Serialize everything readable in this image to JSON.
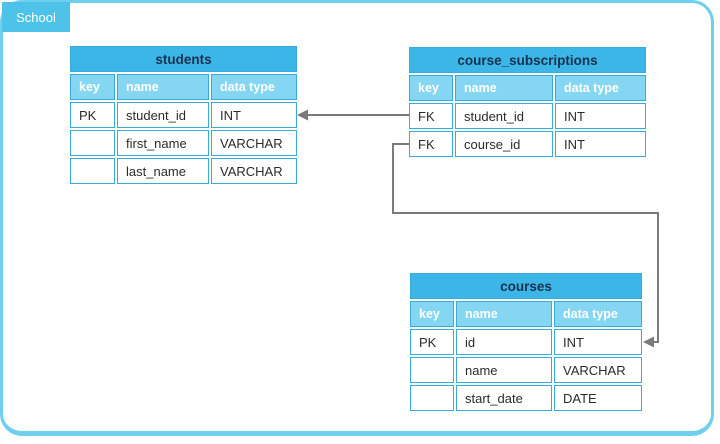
{
  "database": {
    "name": "School"
  },
  "colors": {
    "frame_border": "#6fcfee",
    "tab_fill": "#4ec3ea",
    "table_title_fill": "#3cb6e6",
    "table_header_fill": "#85d6f2",
    "cell_border": "#35acdc",
    "title_text": "#16324f",
    "header_text": "#ffffff",
    "connector": "#7b7b7b"
  },
  "tables": [
    {
      "id": "students",
      "title": "students",
      "headers": [
        "key",
        "name",
        "data type"
      ],
      "rows": [
        {
          "key": "PK",
          "name": "student_id",
          "type": "INT"
        },
        {
          "key": "",
          "name": "first_name",
          "type": "VARCHAR"
        },
        {
          "key": "",
          "name": "last_name",
          "type": "VARCHAR"
        }
      ]
    },
    {
      "id": "course_subscriptions",
      "title": "course_subscriptions",
      "headers": [
        "key",
        "name",
        "data type"
      ],
      "rows": [
        {
          "key": "FK",
          "name": "student_id",
          "type": "INT"
        },
        {
          "key": "FK",
          "name": "course_id",
          "type": "INT"
        }
      ]
    },
    {
      "id": "courses",
      "title": "courses",
      "headers": [
        "key",
        "name",
        "data type"
      ],
      "rows": [
        {
          "key": "PK",
          "name": "id",
          "type": "INT"
        },
        {
          "key": "",
          "name": "name",
          "type": "VARCHAR"
        },
        {
          "key": "",
          "name": "start_date",
          "type": "DATE"
        }
      ]
    }
  ],
  "relations": [
    {
      "from": "course_subscriptions.student_id",
      "to": "students.student_id"
    },
    {
      "from": "course_subscriptions.course_id",
      "to": "courses.id"
    }
  ]
}
